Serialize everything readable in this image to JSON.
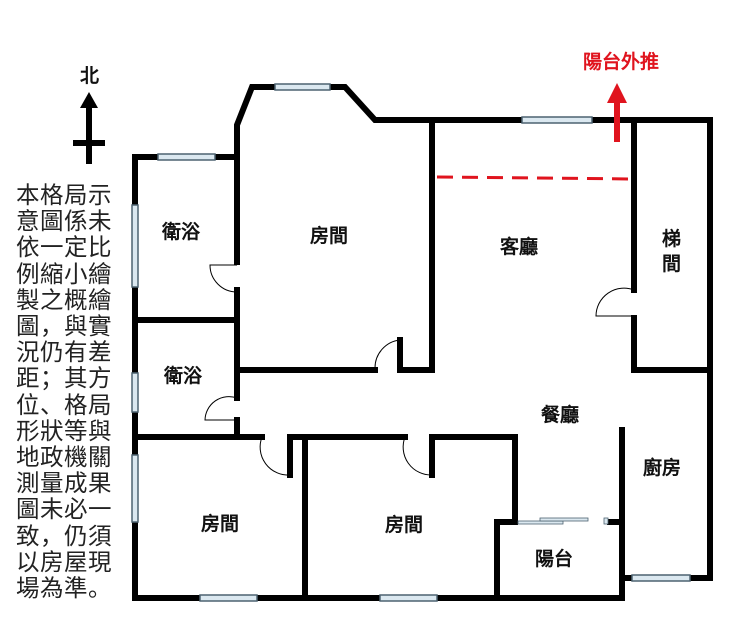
{
  "compass": {
    "label": "北"
  },
  "annotation": {
    "label": "陽台外推",
    "color": "#e0141e"
  },
  "rooms": {
    "bath_top": "衛浴",
    "bath_bottom": "衛浴",
    "bedroom_top": "房間",
    "living": "客廳",
    "stair": "梯間",
    "dining": "餐廳",
    "kitchen": "廚房",
    "bedroom_left": "房間",
    "bedroom_mid": "房間",
    "balcony": "陽台"
  },
  "disclaimer": {
    "lines": [
      "本格局示",
      "意圖係未",
      "依一定比",
      "例縮小繪",
      "製之概繪",
      "圖，與實",
      "況仍有差",
      "距；其方",
      "位、格局",
      "形狀等與",
      "地政機關",
      "測量成果",
      "圖未必一",
      "致，仍須",
      "以房屋現",
      "場為準。"
    ]
  }
}
